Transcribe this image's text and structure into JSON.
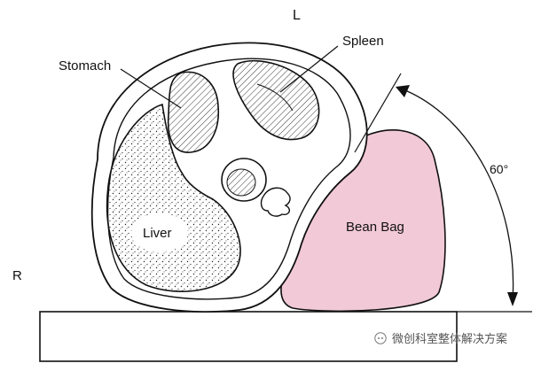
{
  "labels": {
    "left": "L",
    "right": "R",
    "stomach": "Stomach",
    "spleen": "Spleen",
    "liver": "Liver",
    "bean_bag": "Bean Bag",
    "angle": "60°"
  },
  "watermark": {
    "text": "微创科室整体解决方案",
    "icon": "wechat-chat-icon"
  },
  "colors": {
    "bean_bag_fill": "#f2c9d6",
    "outline": "#111111",
    "background": "#ffffff"
  }
}
